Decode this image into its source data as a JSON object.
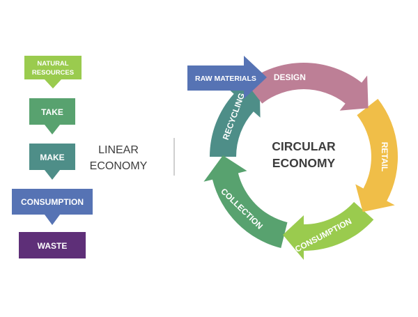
{
  "linear": {
    "steps": [
      {
        "lines": [
          "NATURAL",
          "RESOURCES"
        ],
        "color": "#9acb4e"
      },
      {
        "lines": [
          "TAKE"
        ],
        "color": "#58a26f"
      },
      {
        "lines": [
          "MAKE"
        ],
        "color": "#4e8e88"
      },
      {
        "lines": [
          "CONSUMPTION"
        ],
        "color": "#5673b4"
      },
      {
        "lines": [
          "WASTE"
        ],
        "color": "#5e2f78"
      }
    ],
    "title_lines": [
      "LINEAR",
      "ECONOMY"
    ]
  },
  "circular": {
    "title_lines": [
      "CIRCULAR",
      "ECONOMY"
    ],
    "raw_materials": {
      "label": "RAW MATERIALS",
      "color": "#5673b4"
    },
    "segments": [
      {
        "label": "DESIGN",
        "color": "#bd7f96"
      },
      {
        "label": "RETAIL",
        "color": "#f0be48"
      },
      {
        "label": "CONSUMPTION",
        "color": "#9acb4e"
      },
      {
        "label": "COLLECTION",
        "color": "#58a26f"
      },
      {
        "label": "RECYCLING",
        "color": "#4e8e88"
      }
    ]
  },
  "colors": {
    "text_dark": "#3d3d3d",
    "divider": "#cfcfcf"
  }
}
